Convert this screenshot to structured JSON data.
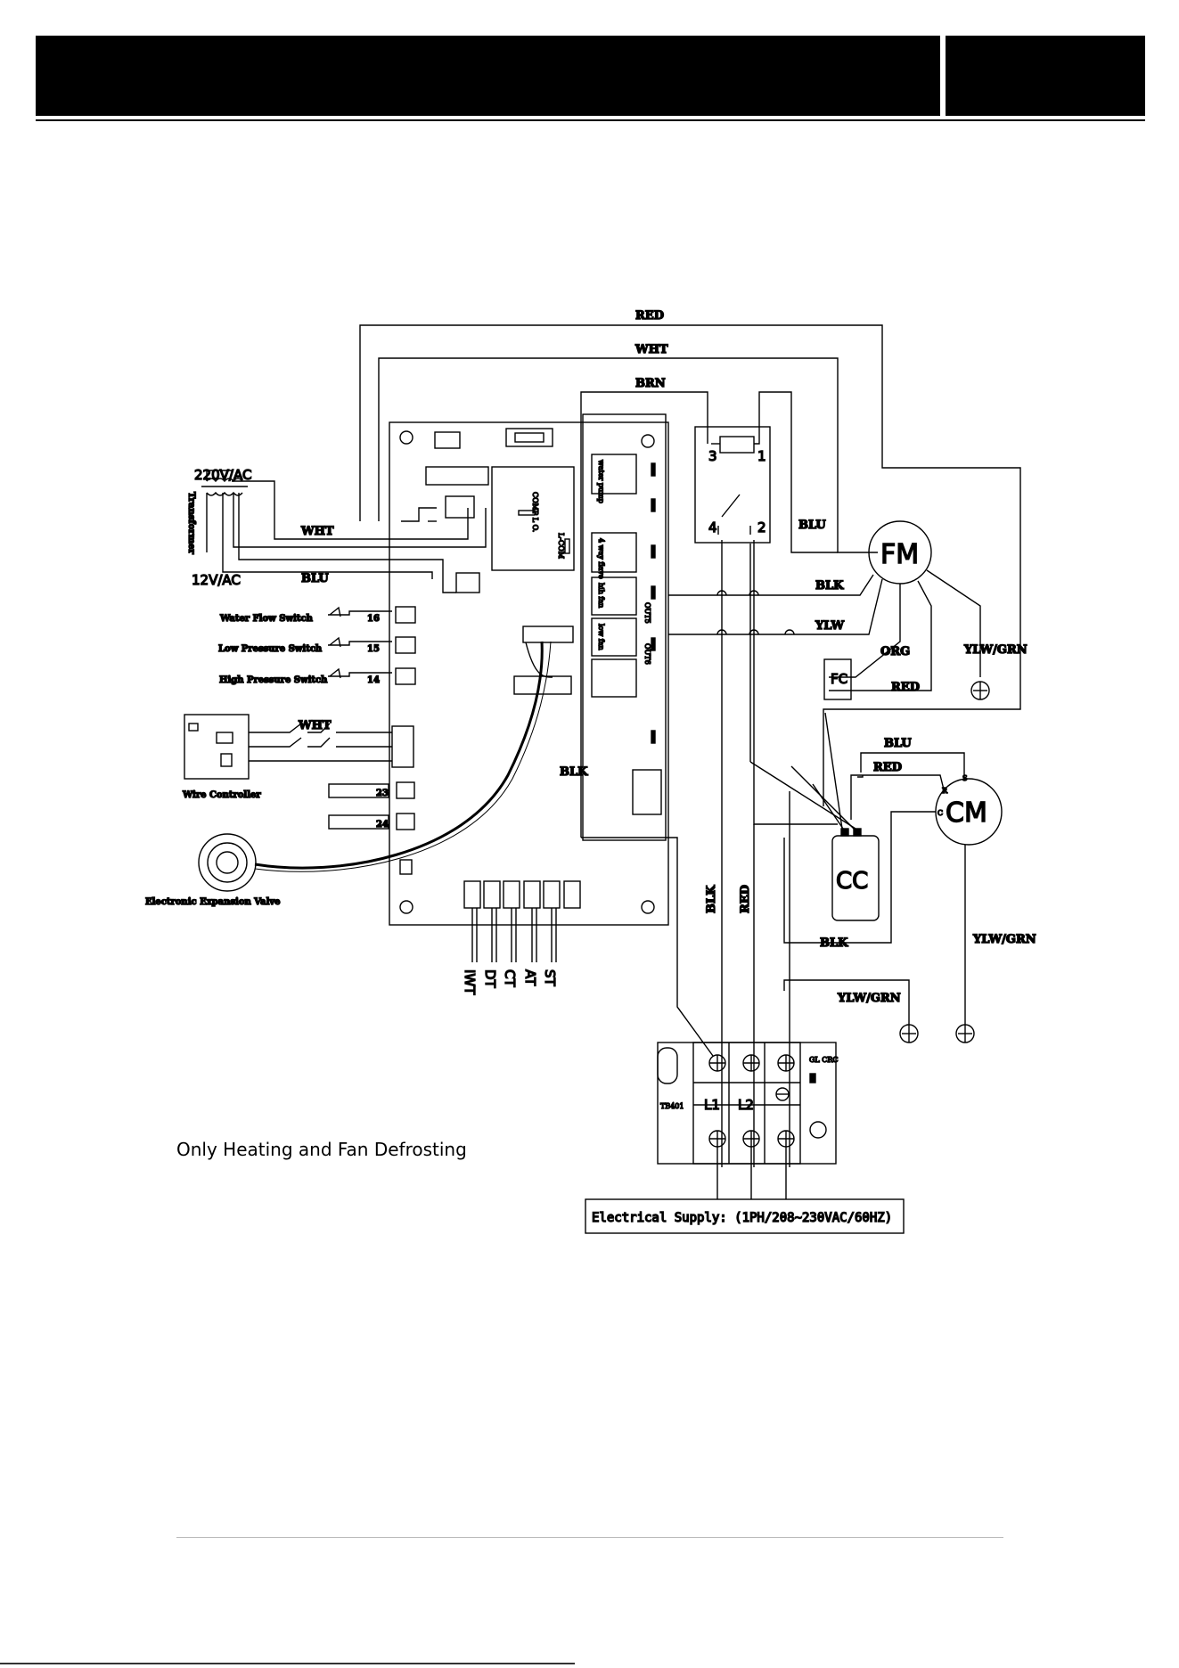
{
  "diagram": {
    "caption": "Only Heating and Fan Defrosting",
    "supply_label": "Electrical Supply: (1PH/208~230VAC/60HZ)",
    "wires": {
      "red_top": "RED",
      "wht_top": "WHT",
      "brn": "BRN",
      "wht_trans": "WHT",
      "blu_trans": "BLU",
      "blu_relay": "BLU",
      "blk_fm": "BLK",
      "ylw_fm": "YLW",
      "org": "ORG",
      "red_fc": "RED",
      "ylw_grn_fm": "YLW/GRN",
      "blu_cm": "BLU",
      "red_cm": "RED",
      "blk_board": "BLK",
      "blk_vert": "BLK",
      "red_vert": "RED",
      "blk_cc": "BLK",
      "ylw_grn_cm": "YLW/GRN",
      "ylw_grn_tb": "YLW/GRN",
      "wht_ctrl": "WHT"
    },
    "transformer": {
      "label": "Transformer",
      "v_in": "220V/AC",
      "v_out": "12V/AC"
    },
    "switches": [
      {
        "label": "Water Flow Switch",
        "num": "16"
      },
      {
        "label": "Low Pressure Switch",
        "num": "15"
      },
      {
        "label": "High Pressure Switch",
        "num": "14"
      }
    ],
    "wire_controller": "Wire Controller",
    "expansion_valve": "Electronic Expansion Valve",
    "inputs": [
      {
        "num": "23"
      },
      {
        "num": "24"
      }
    ],
    "sensors": [
      "IWT",
      "DT",
      "CT",
      "AT",
      "ST"
    ],
    "relays": {
      "water_pump": "water pump",
      "comp": "COMP L O.",
      "lcom": "L-COM",
      "four_way": "4 way flave",
      "hi_fan": "hih fan",
      "lo_fan": "low fan",
      "out5": "OUT5",
      "out6": "OUT6"
    },
    "contactor": {
      "p3": "3",
      "p1": "1",
      "p4": "4",
      "p2": "2"
    },
    "components": {
      "fm": "FM",
      "cm": "CM",
      "cc": "CC",
      "fc": "FC",
      "cm_r": "R",
      "cm_s": "S",
      "cm_c": "C"
    },
    "terminal": {
      "l1": "L1",
      "l2": "L2",
      "tag": "TB401",
      "code": "GL CRC"
    }
  }
}
